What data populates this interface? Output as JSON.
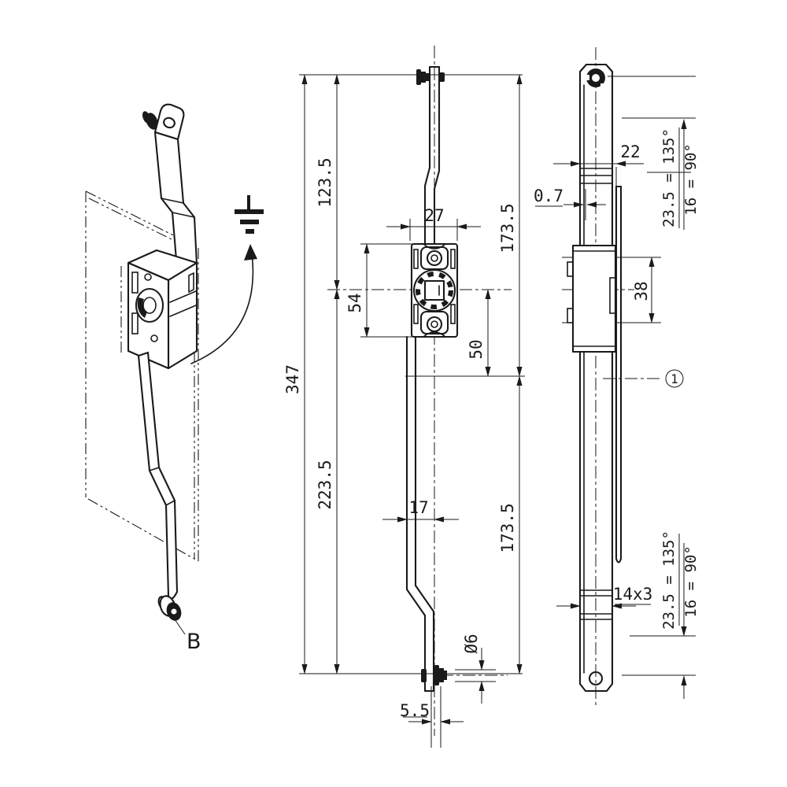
{
  "meta": {
    "background": "#ffffff",
    "line_color": "#1a1a1a",
    "kind": "technical-drawing"
  },
  "iso": {
    "point_label": "B"
  },
  "icons": {
    "earth_ground": "earth-ground-icon"
  },
  "front": {
    "dims": {
      "overall": "347",
      "upper": "123.5",
      "lower": "223.5",
      "half_top": "173.5",
      "half_bottom": "173.5",
      "case_height": "54",
      "case_width": "27",
      "offset_50": "50",
      "crank_17": "17",
      "pin_diameter": "Ø6",
      "pin_offset": "5.5"
    }
  },
  "side": {
    "dims": {
      "bar_22": "22",
      "sheet_07": "0.7",
      "rot135_top": "23.5 = 135°",
      "rot90_top": "16 = 90°",
      "depth_38": "38",
      "section_14x3": "14x3",
      "rot135_bot": "23.5 = 135°",
      "rot90_bot": "16 = 90°"
    },
    "balloon": "1"
  }
}
